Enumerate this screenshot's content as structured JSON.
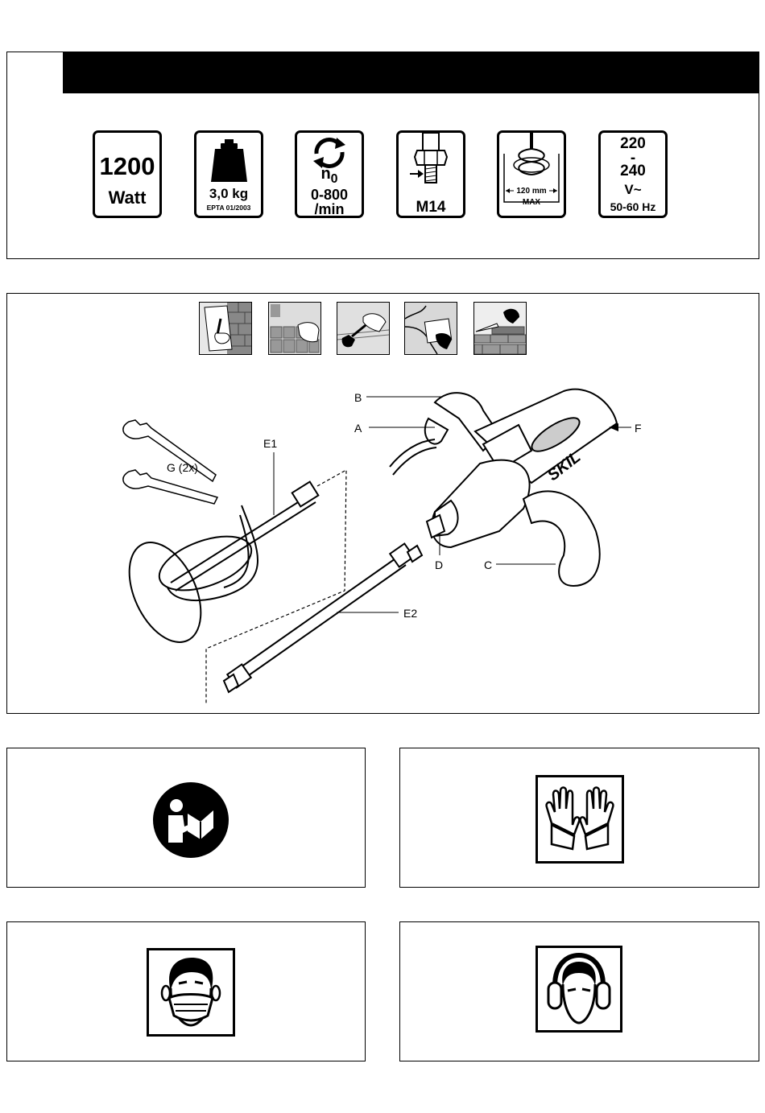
{
  "specs": {
    "power_value": "1200",
    "power_unit": "Watt",
    "weight_value": "3,0 kg",
    "weight_note": "EPTA 01/2003",
    "speed_symbol": "n",
    "speed_sub": "0",
    "speed_range": "0-800",
    "speed_unit": "/min",
    "spindle_thread": "M14",
    "mixer_diameter": "120 mm",
    "mixer_max": "MAX",
    "voltage_top": "220",
    "voltage_dash": "-",
    "voltage_bottom": "240",
    "voltage_unit": "V~",
    "frequency": "50-60 Hz"
  },
  "diagram": {
    "brand": "SKIL",
    "labels": {
      "a": "A",
      "b": "B",
      "c": "C",
      "d": "D",
      "e1": "E1",
      "e2": "E2",
      "f": "F",
      "g": "G (2x)"
    }
  },
  "icons": {
    "read_manual": "read-manual-icon",
    "gloves": "gloves-icon",
    "dust_mask": "dust-mask-icon",
    "ear_protection": "ear-protection-icon"
  }
}
